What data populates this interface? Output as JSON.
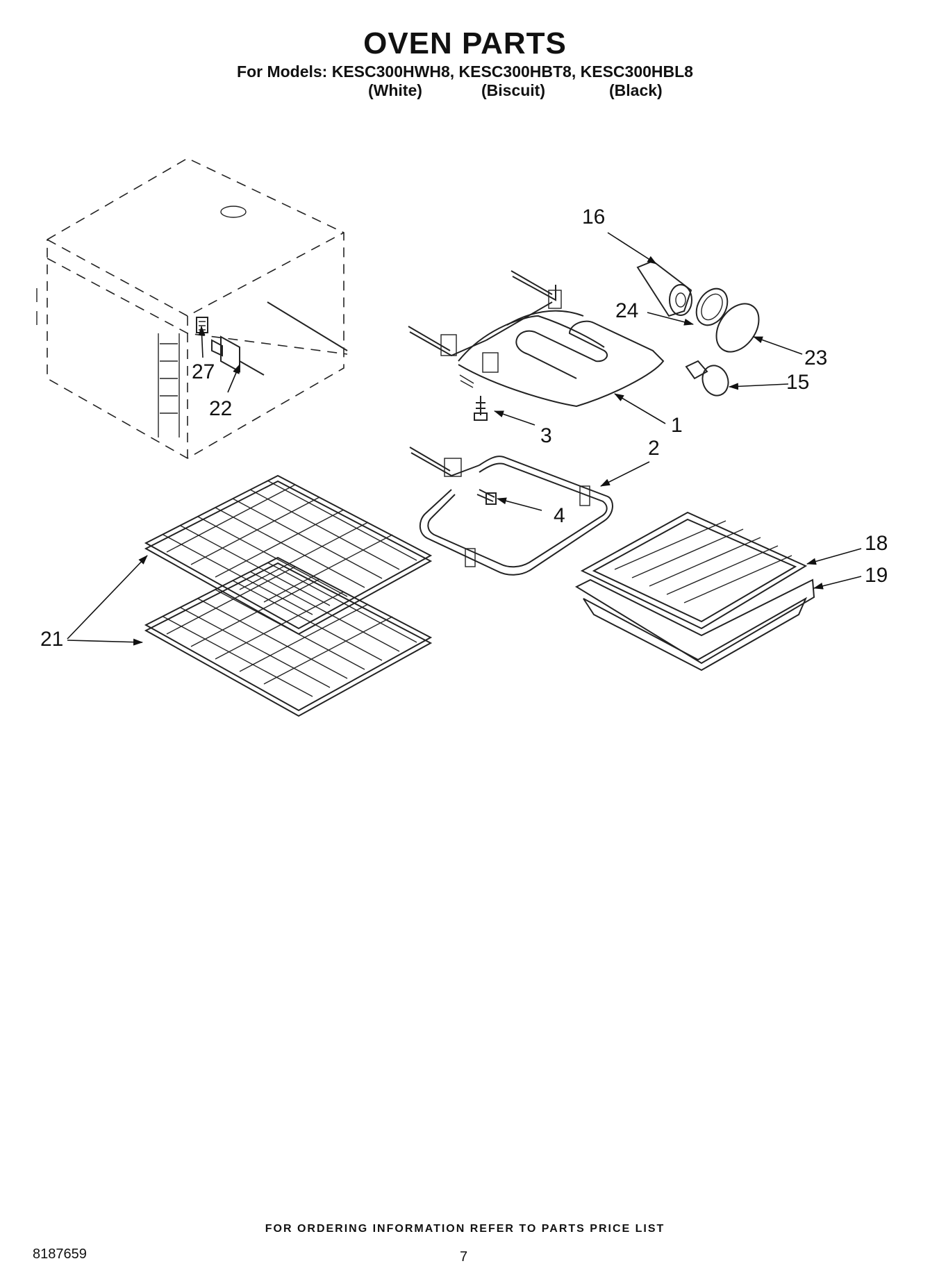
{
  "header": {
    "title": "OVEN PARTS",
    "models_line": "For Models: KESC300HWH8, KESC300HBT8, KESC300HBL8",
    "colors": [
      "(White)",
      "(Biscuit)",
      "(Black)"
    ]
  },
  "callouts": {
    "c1": "1",
    "c2": "2",
    "c3": "3",
    "c4": "4",
    "c15": "15",
    "c16": "16",
    "c18": "18",
    "c19": "19",
    "c21": "21",
    "c22": "22",
    "c23": "23",
    "c24": "24",
    "c27": "27"
  },
  "footer": {
    "note": "FOR ORDERING INFORMATION REFER TO PARTS PRICE LIST",
    "doc_number": "8187659",
    "page_number": "7"
  }
}
